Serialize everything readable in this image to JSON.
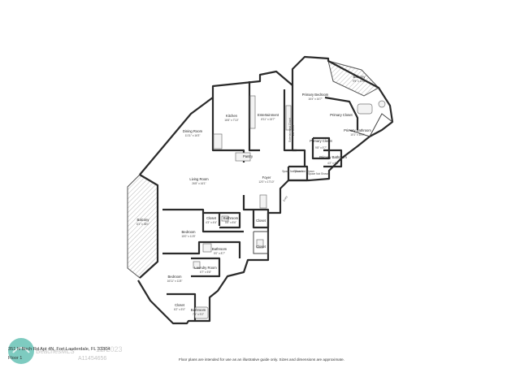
{
  "rooms": {
    "primary_bedroom": {
      "name": "Primary Bedroom",
      "dim": "16'4\" x 16'7\""
    },
    "balcony_top": {
      "name": "Balcony",
      "dim": "9'5\" x 13'6\""
    },
    "primary_closet_top": {
      "name": "Primary Closet"
    },
    "primary_bathroom": {
      "name": "Primary Bathroom",
      "dim": "10'1\" x 16'2\""
    },
    "kitchen": {
      "name": "Kitchen",
      "dim": "16'6\" x 7'10\""
    },
    "entertainment": {
      "name": "Entertainment",
      "dim": "8'11\" x 15'7\""
    },
    "dining_room": {
      "name": "Dining Room",
      "dim": "11'11\" x 16'3\""
    },
    "primary_closet": {
      "name": "Primary Closet",
      "dim": "9'8\" x 5'7\""
    },
    "primary_bathroom_2": {
      "name": "Primary Bathroom",
      "dim": "4'2\" x 6'8\""
    },
    "entertainment_closet": {
      "name": "Entertainment Closet",
      "dim": "2'2\" x 5'3\""
    },
    "pantry": {
      "name": "Pantry"
    },
    "living_room": {
      "name": "Living Room",
      "dim": "26'8\" x 16'1\""
    },
    "foyer": {
      "name": "Foyer",
      "dim": "12'0\" x 17'10\""
    },
    "space_not_shown_1": {
      "name": "Space Not Shown"
    },
    "space_not_shown_2": {
      "name": "Space Not Shown"
    },
    "space_not_shown_3": {
      "name": "Space Not Shown"
    },
    "entry": {
      "name": "Entry"
    },
    "balcony_left": {
      "name": "Balcony",
      "dim": "6'1\" x 38'1\""
    },
    "closet_1": {
      "name": "Closet",
      "dim": "4'3\" x 4'6\""
    },
    "bathroom_1": {
      "name": "Bathroom",
      "dim": "5'6\" x 8'6\""
    },
    "closet_right_1": {
      "name": "Closet"
    },
    "bedroom_1": {
      "name": "Bedroom",
      "dim": "15'0\" x 11'8\""
    },
    "bathroom_2": {
      "name": "Bathroom",
      "dim": "5'0\" x 8'7\""
    },
    "closet_right_2": {
      "name": "Closet"
    },
    "laundry_room": {
      "name": "Laundry Room",
      "dim": "6'7\" x 5'8\""
    },
    "bedroom_2": {
      "name": "Bedroom",
      "dim": "16'11\" x 11'8\""
    },
    "closet_2": {
      "name": "Closet",
      "dim": "6'2\" x 5'0\""
    },
    "bathroom_3": {
      "name": "Bathroom",
      "dim": "7'4\" x 9'2\""
    }
  },
  "footer": {
    "address": "351 N Birch Rd Apt 4N, Fort Lauderdale, FL 33304",
    "floor": "Floor 1",
    "disclaimer": "Floor plans are intended for use as an illustrative guide only. Sizes and dimensions are approximate."
  },
  "watermark": {
    "brand": "BeachesMLS",
    "id": "A11454656",
    "date": "12/2023"
  }
}
